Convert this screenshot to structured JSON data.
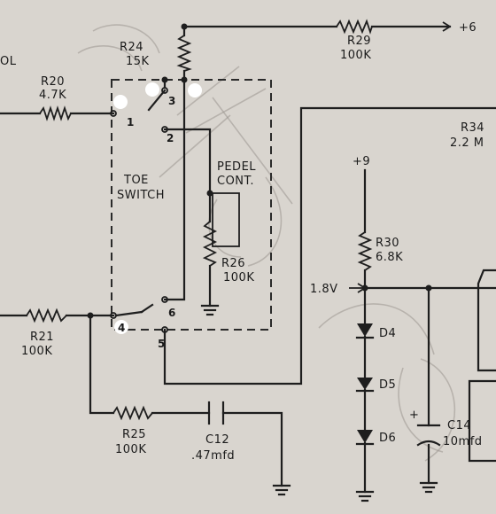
{
  "labels": {
    "left_clip": "OL",
    "r20_name": "R20",
    "r20_value": "4.7K",
    "r24_name": "R24",
    "r24_value": "15K",
    "r29_name": "R29",
    "r29_value": "100K",
    "supply_plus6": "+6",
    "r34_name": "R34",
    "r34_value": "2.2 M",
    "toe_switch_line1": "TOE",
    "toe_switch_line2": "SWITCH",
    "pedal_line1": "PEDEL",
    "pedal_line2": "CONT.",
    "r26_name": "R26",
    "r26_value": "100K",
    "supply_plus9": "+9",
    "r30_name": "R30",
    "r30_value": "6.8K",
    "bias_voltage": "1.8V",
    "d4": "D4",
    "d5": "D5",
    "d6": "D6",
    "r21_name": "R21",
    "r21_value": "100K",
    "r25_name": "R25",
    "r25_value": "100K",
    "c12_name": "C12",
    "c12_value": ".47mfd",
    "c14_name": "C14",
    "c14_value": "10mfd",
    "c14_polarity": "+"
  },
  "pins": [
    "1",
    "2",
    "3",
    "4",
    "5",
    "6"
  ]
}
